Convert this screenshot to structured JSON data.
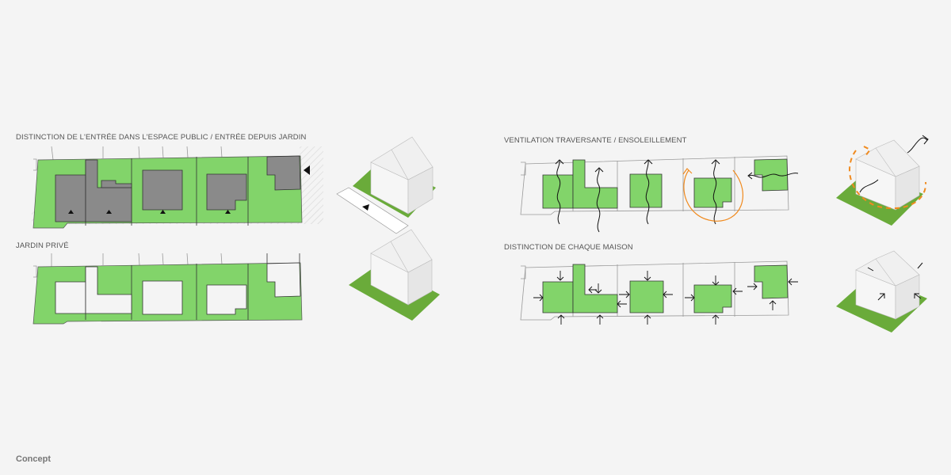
{
  "panels": [
    {
      "id": "entrance",
      "title": "DISTINCTION DE L'ENTRÉE DANS L'ESPACE PUBLIC / ENTRÉE DEPUIS JARDIN"
    },
    {
      "id": "garden",
      "title": "JARDIN PRIVÉ"
    },
    {
      "id": "ventilation",
      "title": "VENTILATION TRAVERSANTE / ENSOLEILLEMENT"
    },
    {
      "id": "distinction",
      "title": "DISTINCTION DE CHAQUE MAISON"
    }
  ],
  "footer": {
    "label": "Concept"
  },
  "colors": {
    "background": "#f4f4f4",
    "garden_green": "#82d46a",
    "iso_green": "#6aab3a",
    "building_grey": "#8a8a8a",
    "sun_orange": "#f08a1e",
    "line": "#333333",
    "thin_line": "#999999"
  },
  "icons": [
    "entrance-triangle-icon",
    "airflow-arrow-icon",
    "sun-path-icon",
    "facade-arrow-icon",
    "isometric-house-icon"
  ]
}
